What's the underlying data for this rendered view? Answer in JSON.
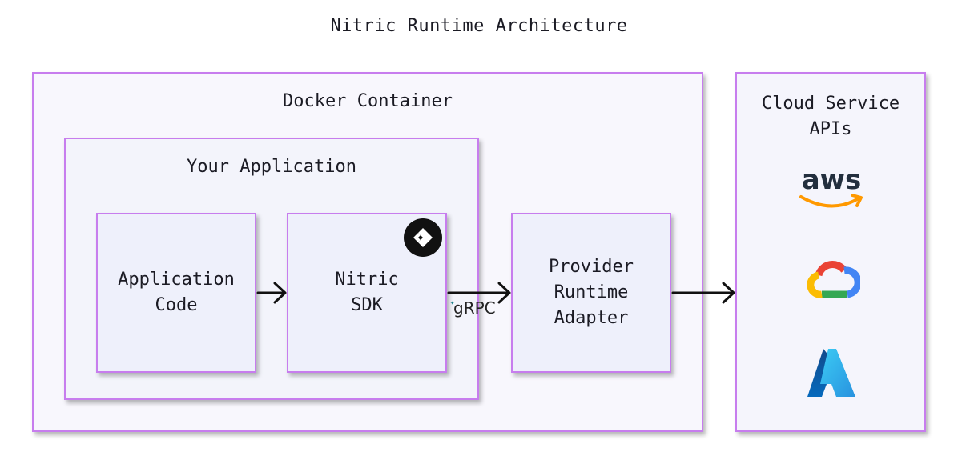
{
  "title": "Nitric Runtime Architecture",
  "docker_container": {
    "label": "Docker Container"
  },
  "your_application": {
    "label": "Your Application"
  },
  "application_code": {
    "label": "Application\nCode"
  },
  "nitric_sdk": {
    "label": "Nitric\nSDK",
    "icon": "nitric-logo-icon"
  },
  "provider_runtime_adapter": {
    "label": "Provider\nRuntime\nAdapter"
  },
  "connector": {
    "label": "gRPC"
  },
  "cloud_service_apis": {
    "label": "Cloud Service\nAPIs",
    "providers": [
      {
        "icon": "aws-logo-icon",
        "wordmark": "aws"
      },
      {
        "icon": "google-cloud-logo-icon"
      },
      {
        "icon": "azure-logo-icon"
      }
    ]
  },
  "colors": {
    "box_border": "#c77dee",
    "box_fill": "#f5f5fc",
    "text": "#1b1b24",
    "aws_orange": "#ff9900",
    "gcp_red": "#ea4335",
    "gcp_blue": "#4285f4",
    "gcp_green": "#34a853",
    "gcp_yellow": "#fbbc04",
    "azure_blue": "#0a6fd1"
  }
}
